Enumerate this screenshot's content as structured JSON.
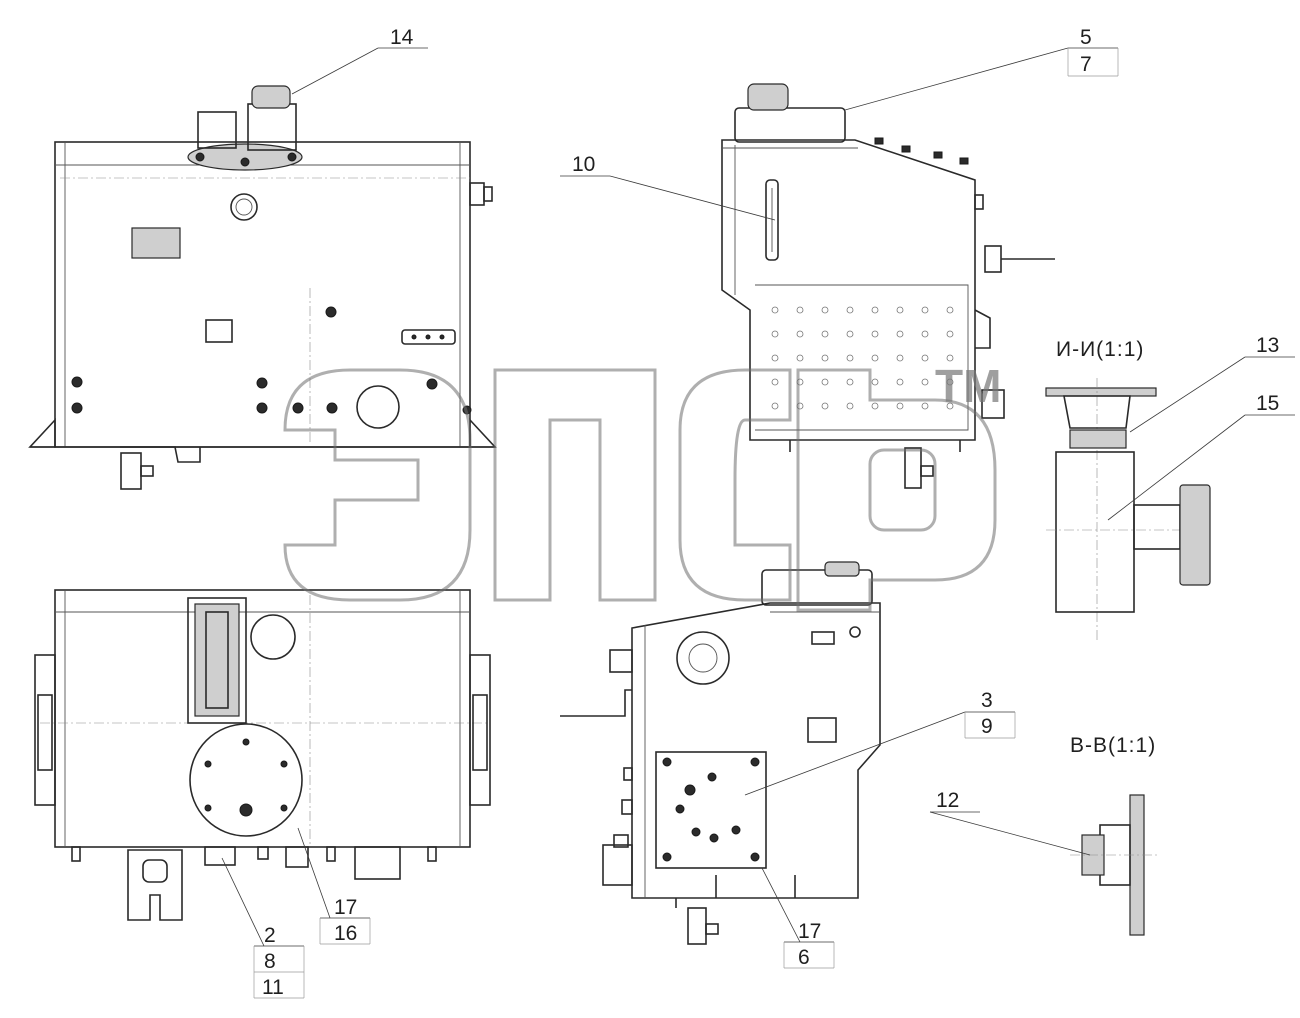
{
  "labels": {
    "l14": "14",
    "l5": "5",
    "l7": "7",
    "l10": "10",
    "l13": "13",
    "l15": "15",
    "l3": "3",
    "l9": "9",
    "l12": "12",
    "l17a": "17",
    "l16": "16",
    "l2": "2",
    "l8": "8",
    "l11": "11",
    "l17b": "17",
    "l6": "6"
  },
  "sections": {
    "section_ii": "И-И(1:1)",
    "section_vv": "В-В(1:1)"
  },
  "watermark": {
    "trademark": "TM"
  }
}
